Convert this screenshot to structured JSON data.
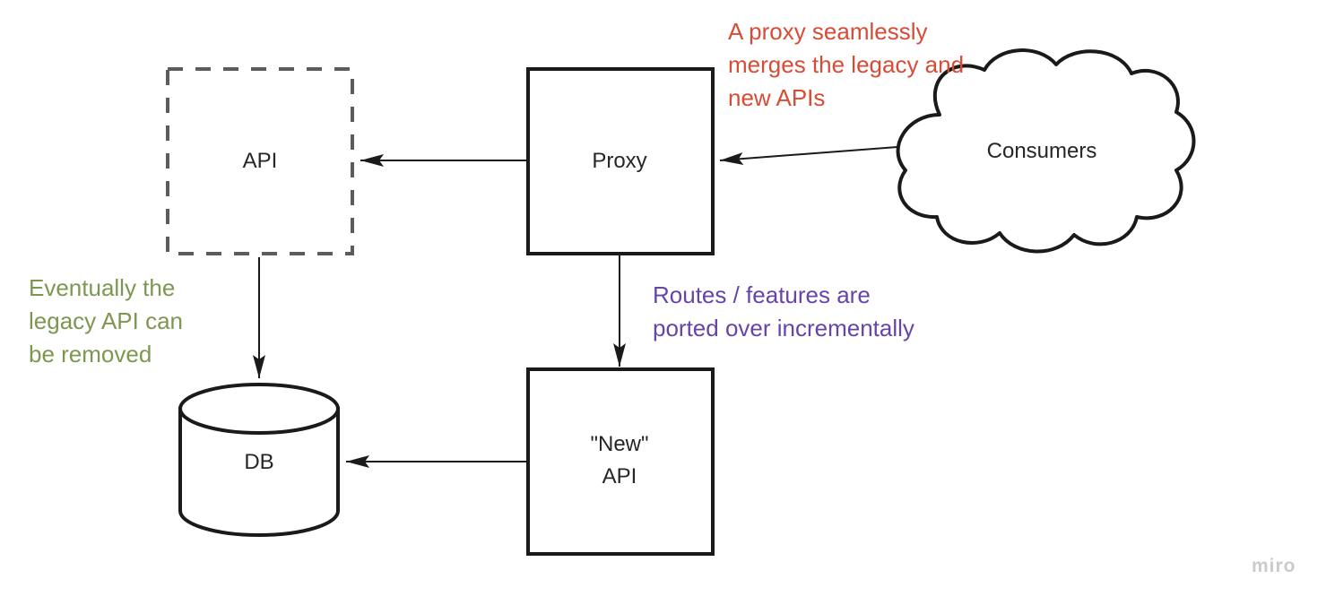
{
  "board": {
    "nodes": {
      "legacy_api": {
        "label": "API",
        "shape": "dashed-rect"
      },
      "proxy": {
        "label": "Proxy",
        "shape": "rect"
      },
      "consumers": {
        "label": "Consumers",
        "shape": "cloud"
      },
      "new_api": {
        "lines": [
          "\"New\"",
          "API"
        ],
        "shape": "rect"
      },
      "db": {
        "label": "DB",
        "shape": "cylinder"
      }
    },
    "annotations": {
      "merge_note": {
        "lines": [
          "A proxy seamlessly",
          "merges the legacy and",
          "new APIs"
        ],
        "color": "#d84b35"
      },
      "routes_note": {
        "lines": [
          "Routes / features are",
          "ported over incrementally"
        ],
        "color": "#6744a9"
      },
      "removal_note": {
        "lines": [
          "Eventually the",
          "legacy API can",
          "be removed"
        ],
        "color": "#7d9750"
      }
    },
    "connectors": [
      {
        "from": "proxy",
        "to": "legacy_api"
      },
      {
        "from": "consumers",
        "to": "proxy"
      },
      {
        "from": "proxy",
        "to": "new_api"
      },
      {
        "from": "legacy_api",
        "to": "db"
      },
      {
        "from": "new_api",
        "to": "db"
      }
    ],
    "colors": {
      "shape_stroke": "#1a1a1a",
      "dashed_stroke": "#5c5c5c",
      "note_red": "#d84b35",
      "note_purple": "#6744a9",
      "note_green": "#7d9750"
    }
  },
  "watermark": {
    "label": "miro"
  }
}
